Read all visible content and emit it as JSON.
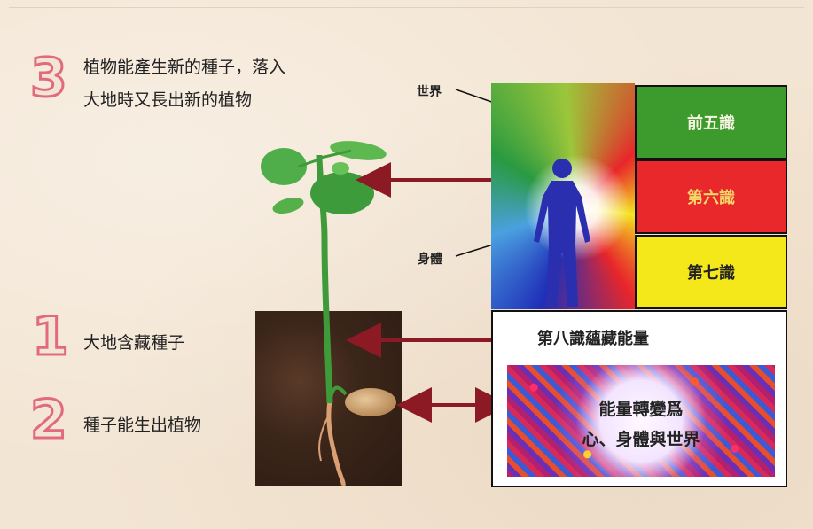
{
  "steps": {
    "three": {
      "number": "3",
      "line1": "植物能產生新的種子，落入",
      "line2": "大地時又長出新的植物"
    },
    "one": {
      "number": "1",
      "text": "大地含藏種子"
    },
    "two": {
      "number": "2",
      "text": "種子能生出植物"
    }
  },
  "labels": {
    "world": "世界",
    "body": "身體"
  },
  "consciousness": {
    "first_five": "前五識",
    "sixth": "第六識",
    "seventh": "第七識",
    "eighth": "第八識蘊藏能量"
  },
  "transform": {
    "line1": "能量轉變爲",
    "line2": "心、身體與世界"
  },
  "colors": {
    "numeral_outline": "#e16a7f",
    "arrow": "#8b1a24",
    "green_box": "#3c9b2c",
    "red_box": "#e8282a",
    "yellow_box": "#f4e81a"
  }
}
